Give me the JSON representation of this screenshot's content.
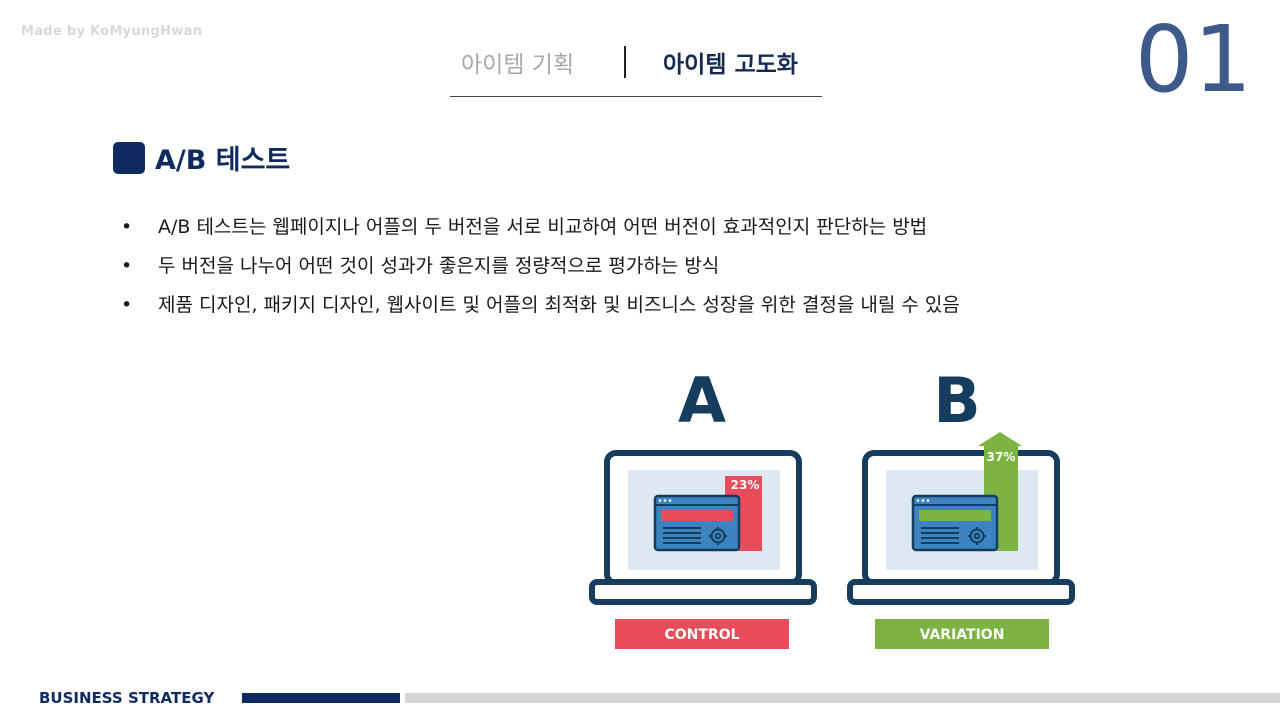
{
  "watermark": "Made  by KoMyungHwan",
  "page_number": "01",
  "tabs": [
    {
      "label": "아이템 기획",
      "active": false
    },
    {
      "label": "아이템 고도화",
      "active": true
    }
  ],
  "section": {
    "title": "A/B 테스트"
  },
  "bullets": [
    {
      "marker": "•",
      "text": "A/B 테스트는 웹페이지나 어플의 두 버전을 서로 비교하여 어떤 버전이 효과적인지 판단하는 방법"
    },
    {
      "marker": "•",
      "text": "두 버전을 나누어 어떤 것이 성과가 좋은지를 정량적으로 평가하는 방식"
    },
    {
      "marker": "•",
      "text": "제품 디자인, 패키지 디자인, 웹사이트 및 어플의 최적화 및 비즈니스 성장을 위한 결정을 내릴 수 있음"
    }
  ],
  "illustration": {
    "variant_a": {
      "letter": "A",
      "percent": "23%",
      "label": "CONTROL",
      "color": "#e74c5a"
    },
    "variant_b": {
      "letter": "B",
      "percent": "37%",
      "label": "VARIATION",
      "color": "#7cb342"
    },
    "dark_color": "#173d5e",
    "screen_color": "#dde8f2",
    "window_color": "#3c84c0"
  },
  "footer": {
    "label": "BUSINESS STRATEGY"
  },
  "colors": {
    "navy": "#0f2a5e",
    "page_number": "#3e5a8a",
    "tab_inactive": "#a9a9a9"
  }
}
